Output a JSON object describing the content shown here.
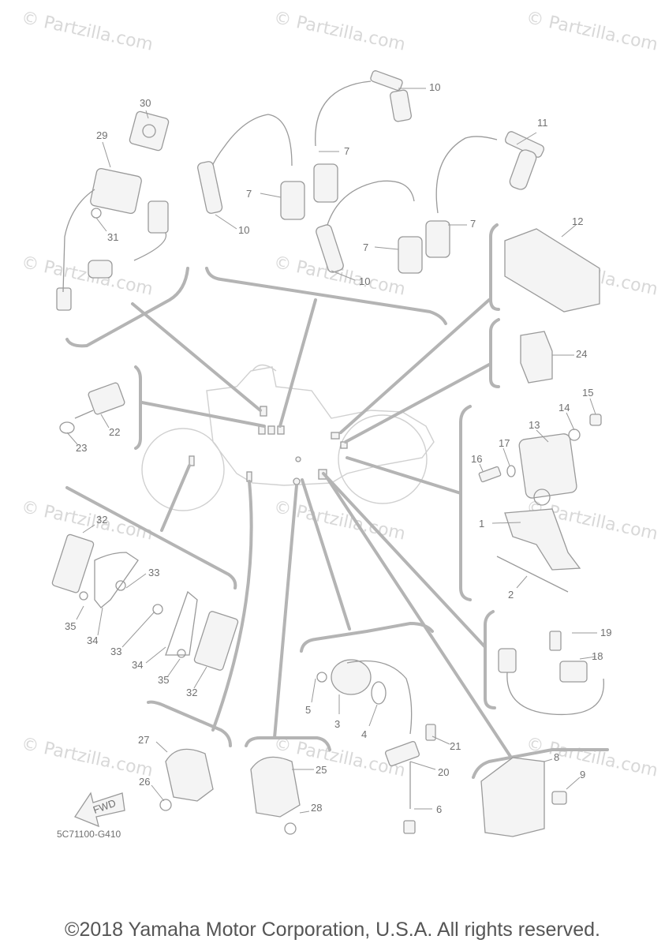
{
  "watermark": "© Partzilla.com",
  "drawing_code": "5C71100-G410",
  "copyright": "©2018 Yamaha Motor Corporation, U.S.A. All rights reserved.",
  "fwd_label": "FWD",
  "callouts": [
    "1",
    "2",
    "3",
    "4",
    "5",
    "6",
    "7",
    "8",
    "9",
    "10",
    "11",
    "12",
    "13",
    "14",
    "15",
    "16",
    "17",
    "18",
    "19",
    "20",
    "21",
    "22",
    "23",
    "24",
    "25",
    "26",
    "27",
    "28",
    "29",
    "30",
    "31",
    "32",
    "33",
    "34",
    "35"
  ]
}
